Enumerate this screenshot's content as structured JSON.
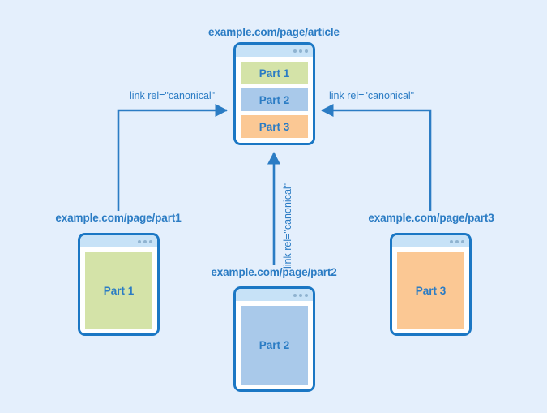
{
  "canvas": {
    "background_color": "#e4effc",
    "accent_color": "#1b77c4",
    "text_color": "#2b7cc4"
  },
  "nodes": {
    "article": {
      "url": "example.com/page/article",
      "blocks": [
        {
          "label": "Part 1",
          "color": "#d4e3a8"
        },
        {
          "label": "Part 2",
          "color": "#a9c9ea"
        },
        {
          "label": "Part 3",
          "color": "#fbc894"
        }
      ]
    },
    "part1": {
      "url": "example.com/page/part1",
      "blocks": [
        {
          "label": "Part 1",
          "color": "#d4e3a8"
        }
      ]
    },
    "part2": {
      "url": "example.com/page/part2",
      "blocks": [
        {
          "label": "Part 2",
          "color": "#a9c9ea"
        }
      ]
    },
    "part3": {
      "url": "example.com/page/part3",
      "blocks": [
        {
          "label": "Part 3",
          "color": "#fbc894"
        }
      ]
    }
  },
  "edges": {
    "left": {
      "label": "link rel=\"canonical\"",
      "from": "part1",
      "to": "article"
    },
    "middle": {
      "label": "link rel=\"canonical\"",
      "from": "part2",
      "to": "article"
    },
    "right": {
      "label": "link rel=\"canonical\"",
      "from": "part3",
      "to": "article"
    }
  }
}
